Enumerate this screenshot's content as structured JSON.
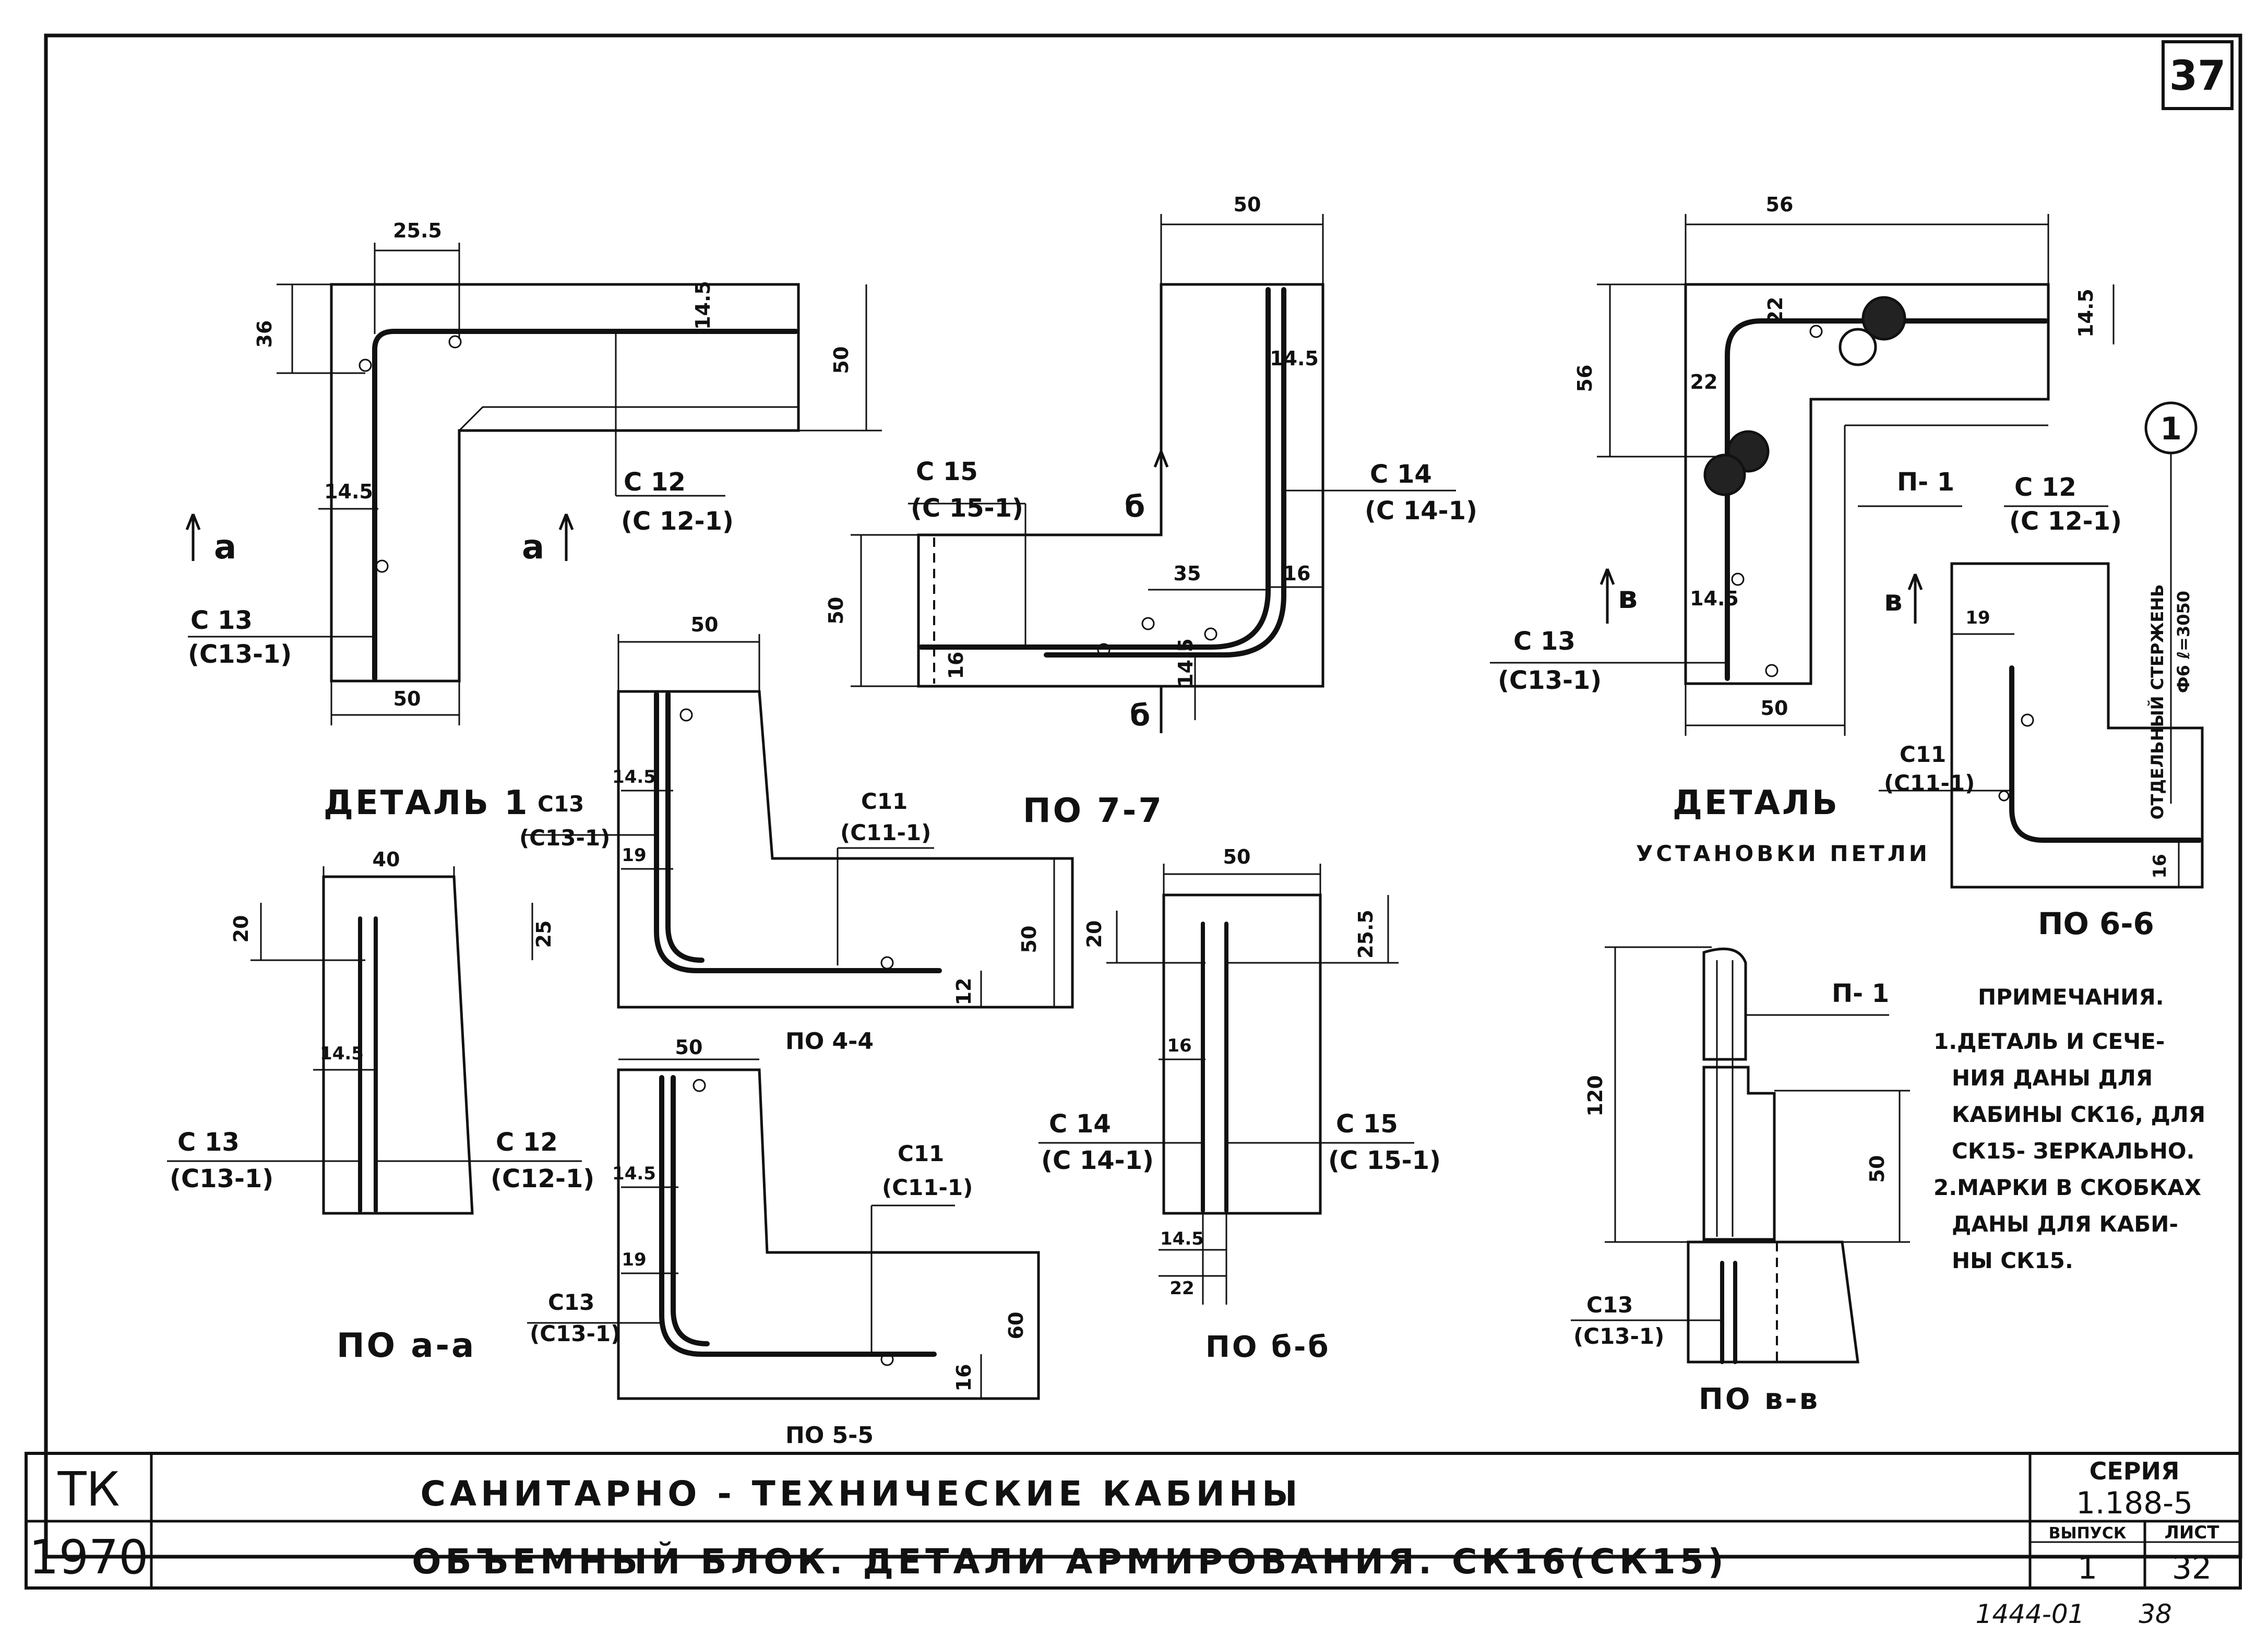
{
  "sheet": {
    "page_number": "37",
    "footer_code": "1444-01",
    "footer_page": "38"
  },
  "title_block": {
    "org_code": "ТК",
    "year": "1970",
    "title_main": "САНИТАРНО - ТЕХНИЧЕСКИЕ  КАБИНЫ",
    "title_sub": "ОБЪЕМНЫЙ  БЛОК.  ДЕТАЛИ  АРМИРОВАНИЯ.  СК16(СК15)",
    "series_label": "СЕРИЯ",
    "series_value": "1.188-5",
    "issue_label": "ВЫПУСК",
    "issue_value": "1",
    "sheet_label": "ЛИСТ",
    "sheet_value": "32"
  },
  "detail1": {
    "caption": "ДЕТАЛЬ 1",
    "dim_top": "25.5",
    "dim_left": "36",
    "dim_right": "50",
    "dim_bottom": "50",
    "dim_145a": "14.5",
    "dim_145b": "14.5",
    "section_mark_left": "a",
    "section_mark_right": "a",
    "callout_c12": "С 12",
    "callout_c12b": "(С 12-1)",
    "callout_c13": "С 13",
    "callout_c13b": "(С13-1)"
  },
  "section77": {
    "caption": "ПО  7-7",
    "dim_top": "50",
    "dim_left": "50",
    "dim_145": "14.5",
    "dim_35": "35",
    "dim_16a": "16",
    "dim_16b": "16",
    "dim_145b": "14.5",
    "mark_top": "б",
    "mark_bottom": "б",
    "callout_c15": "С 15",
    "callout_c15b": "(С 15-1)",
    "callout_c14": "С 14",
    "callout_c14b": "(С 14-1)"
  },
  "detail_loop": {
    "caption": "ДЕТАЛЬ",
    "caption_sub": "УСТАНОВКИ  ПЕТЛИ",
    "dim_top": "56",
    "dim_left": "56",
    "dim_right": "14.5",
    "dim_bottom": "50",
    "dim_22a": "22",
    "dim_22b": "22",
    "dim_145": "14.5",
    "mark": "в",
    "callout_p1": "П- 1",
    "callout_c12": "С 12",
    "callout_c12b": "(С 12-1)",
    "callout_c13": "С 13",
    "callout_c13b": "(С13-1)",
    "circle_num": "1",
    "rod_note": "ОТДЕЛЬНЫЙ  СТЕРЖЕНЬ",
    "rod_spec": "Ф6  ℓ=3050"
  },
  "section44": {
    "caption": "ПО 4-4",
    "dim_top": "50",
    "dim_right": "50",
    "dim_12": "12",
    "dim_145": "14.5",
    "dim_19": "19",
    "callout_c13": "С13",
    "callout_c13b": "(С13-1)",
    "callout_c11": "С11",
    "callout_c11b": "(С11-1)"
  },
  "section_aa": {
    "caption": "ПО  а-а",
    "dim_top": "40",
    "dim_20": "20",
    "dim_25": "25",
    "dim_145": "14.5",
    "callout_c13": "С 13",
    "callout_c13b": "(С13-1)",
    "callout_c12": "С 12",
    "callout_c12b": "(С12-1)"
  },
  "section55": {
    "caption": "ПО 5-5",
    "dim_top": "50",
    "dim_right": "60",
    "dim_16": "16",
    "dim_145": "14.5",
    "dim_19": "19",
    "callout_c13": "С13",
    "callout_c13b": "(С13-1)",
    "callout_c11": "С11",
    "callout_c11b": "(С11-1)"
  },
  "section_bb": {
    "caption": "ПО  б-б",
    "dim_top": "50",
    "dim_20": "20",
    "dim_255": "25.5",
    "dim_16": "16",
    "dim_145": "14.5",
    "dim_22": "22",
    "callout_c14": "С 14",
    "callout_c14b": "(С 14-1)",
    "callout_c15": "С 15",
    "callout_c15b": "(С 15-1)"
  },
  "section66": {
    "caption": "ПО 6-6",
    "dim_19": "19",
    "dim_16": "16",
    "callout_c11": "С11",
    "callout_c11b": "(С11-1)",
    "mark": "в"
  },
  "section_vv": {
    "caption": "ПО  в-в",
    "dim_left": "120",
    "dim_right": "50",
    "callout_p1": "П- 1",
    "callout_c13": "С13",
    "callout_c13b": "(С13-1)"
  },
  "notes": {
    "heading": "ПРИМЕЧАНИЯ.",
    "lines": [
      "1.ДЕТАЛЬ И СЕЧЕ-",
      "НИЯ ДАНЫ ДЛЯ",
      "КАБИНЫ СК16, ДЛЯ",
      "СК15- ЗЕРКАЛЬНО.",
      "2.МАРКИ В СКОБКАХ",
      "ДАНЫ ДЛЯ КАБИ-",
      "НЫ СК15."
    ]
  }
}
